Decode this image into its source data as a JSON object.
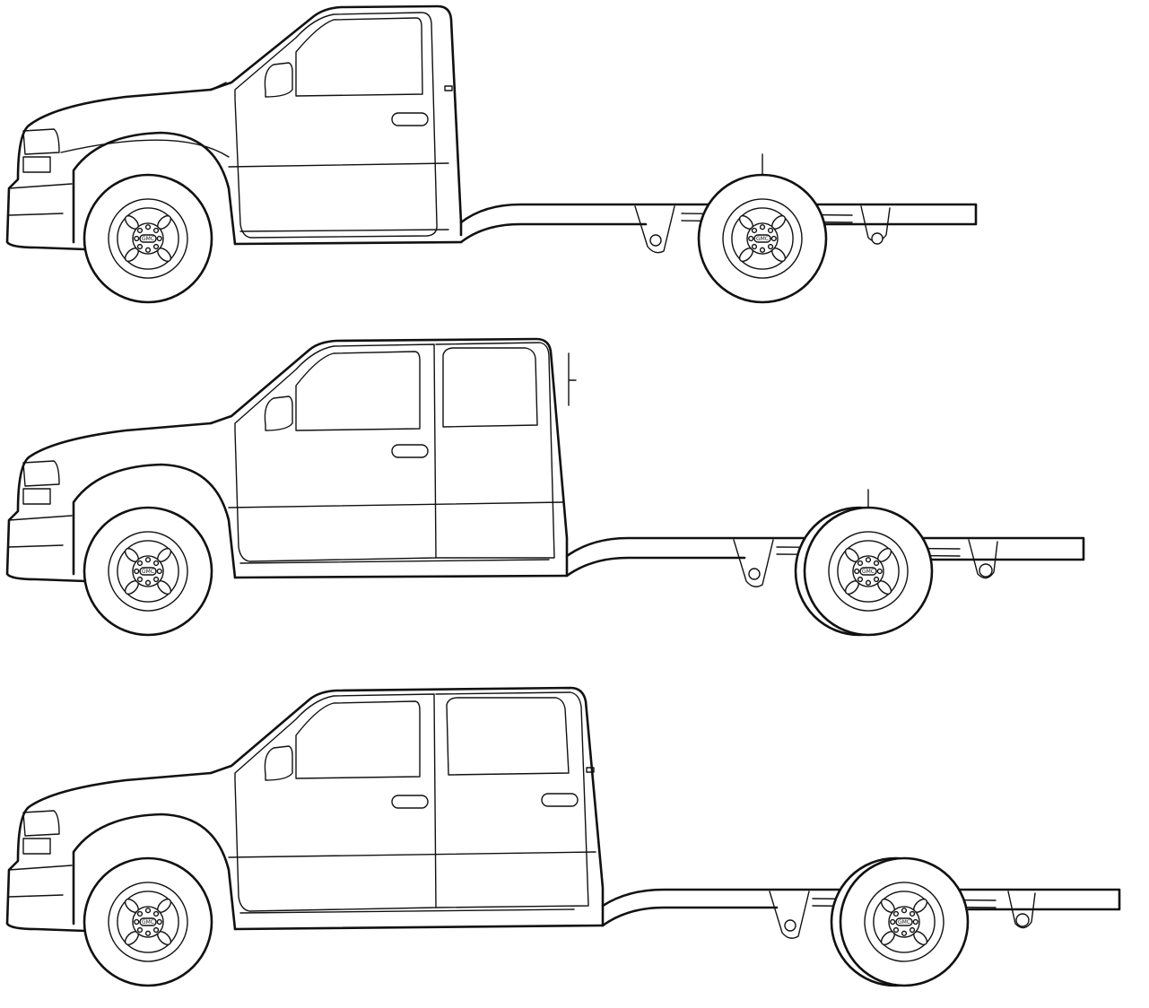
{
  "drawing": {
    "views": [
      {
        "id": "regular-cab",
        "hubcap_badge": "GMC"
      },
      {
        "id": "extended-cab",
        "hubcap_badge": "GMC"
      },
      {
        "id": "crew-cab",
        "hubcap_badge": "GMC"
      }
    ],
    "line_color": "#111111",
    "background_color": "#ffffff"
  }
}
